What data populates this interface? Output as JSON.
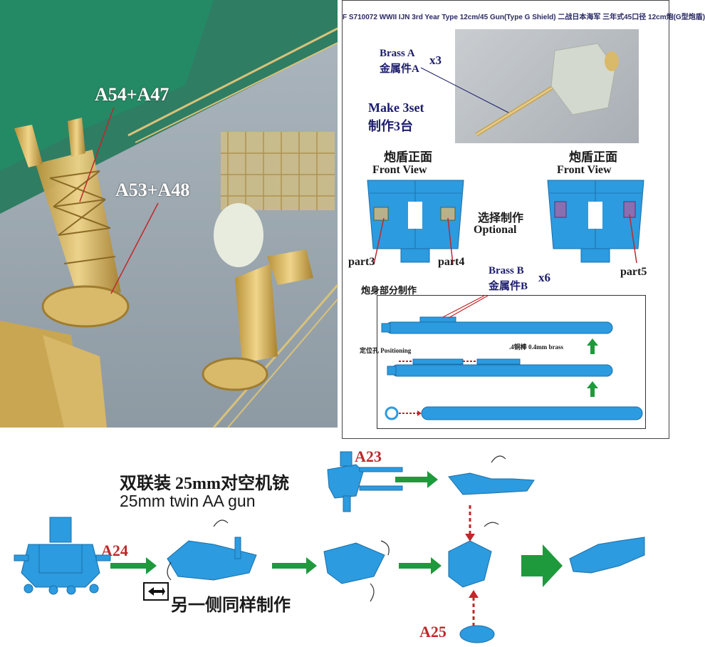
{
  "photo": {
    "label_top": "A54+A47",
    "label_mid": "A53+A48"
  },
  "panel": {
    "header": "F S710072 WWII IJN 3rd Year Type 12cm/45 Gun(Type G Shield) 二战日本海军 三年式45口径 12cm炮(G型炮盾)",
    "brass_a_en": "Brass A",
    "brass_a_cn": "金属件A",
    "brass_a_qty": "x3",
    "make_en": "Make 3set",
    "make_cn": "制作3台",
    "front_cn_left": "炮盾正面",
    "front_en_left": "Front View",
    "front_cn_right": "炮盾正面",
    "front_en_right": "Front View",
    "optional_cn": "选择制作",
    "optional_en": "Optional",
    "part3": "part3",
    "part4": "part4",
    "part5": "part5",
    "brass_b_en": "Brass B",
    "brass_b_cn": "金属件B",
    "brass_b_qty": "x6",
    "barrel_title": "炮身部分制作",
    "positioning": "定位孔 Positioning",
    "brass_rod": ".4铜棒 0.4mm brass"
  },
  "bottom": {
    "title_cn": "双联装 25mm对空机铳",
    "title_en": "25mm twin AA gun",
    "a23": "A23",
    "a24": "A24",
    "a25": "A25",
    "other_side": "另一侧同样制作"
  },
  "colors": {
    "part_blue": "#2c9be0",
    "arrow_green": "#1e9a3c",
    "label_red": "#c0282a",
    "text_navy": "#1c1c6e"
  }
}
